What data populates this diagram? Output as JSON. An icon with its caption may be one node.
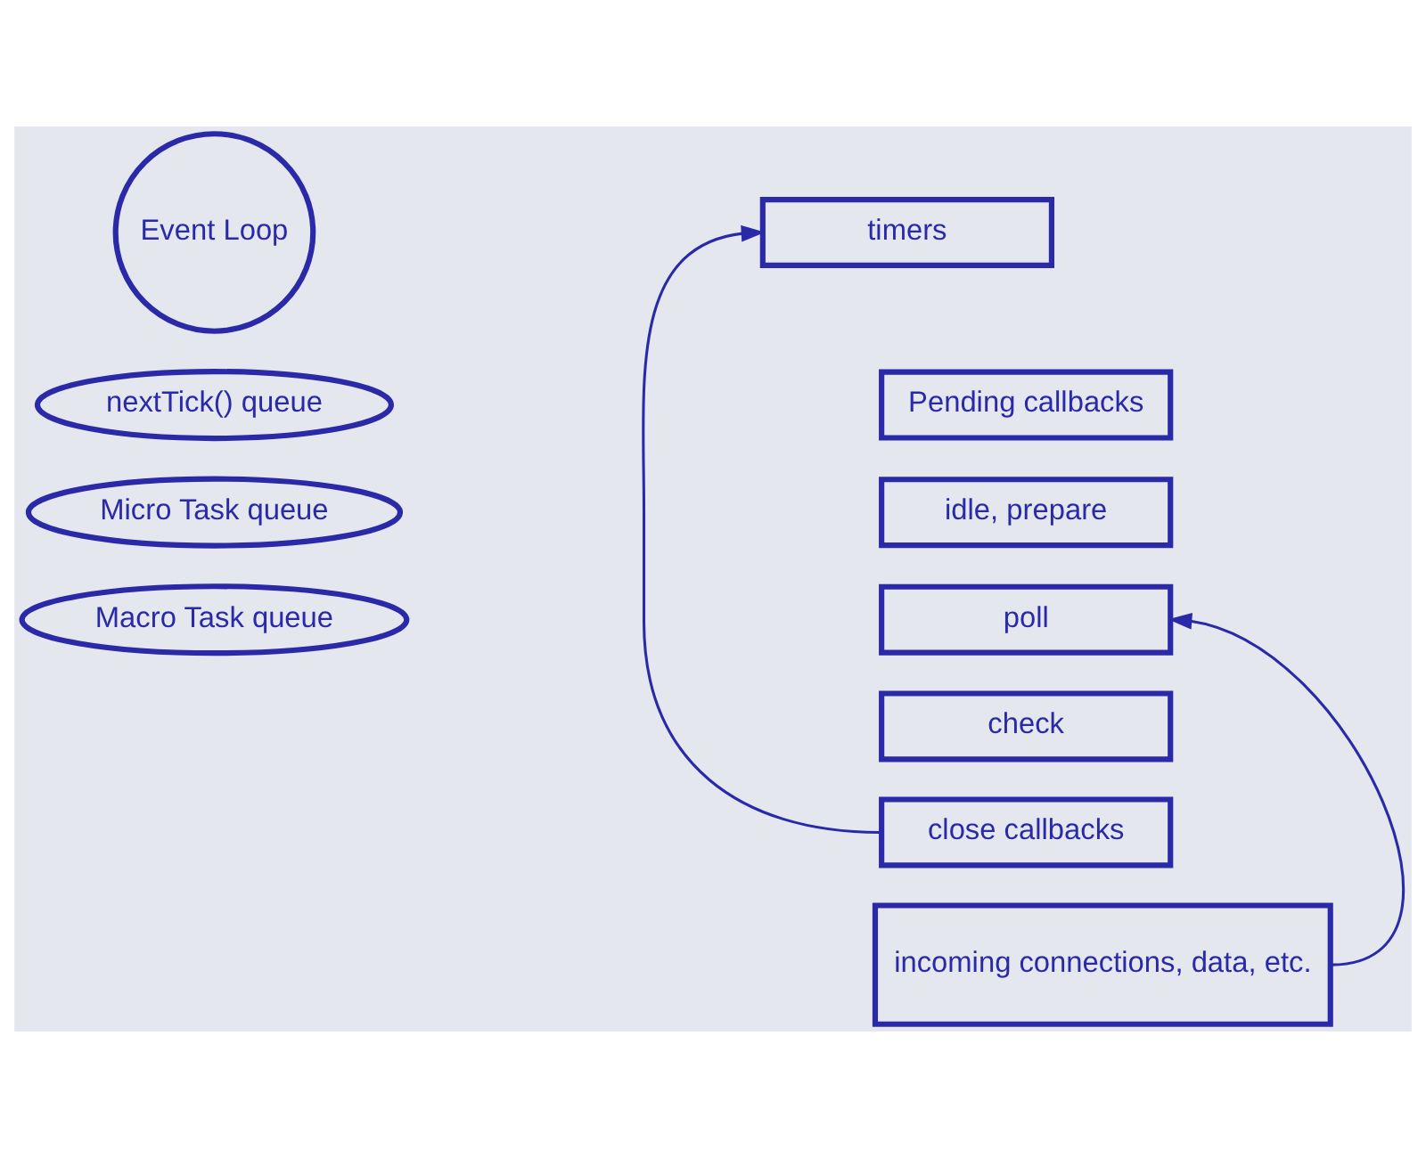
{
  "diagram": {
    "nodes": [
      {
        "text": [
          "Event Loop"
        ]
      },
      {
        "text": [
          "nextTick() queue"
        ]
      },
      {
        "text": [
          "Micro Task queue"
        ]
      },
      {
        "text": [
          "Macro Task queue"
        ]
      },
      {
        "text": [
          "timers"
        ]
      },
      {
        "text": [
          "Pending callbacks"
        ]
      },
      {
        "text": [
          "idle, prepare"
        ]
      },
      {
        "text": [
          "poll"
        ]
      },
      {
        "text": [
          "check"
        ]
      },
      {
        "text": [
          "close callbacks"
        ]
      },
      {
        "text": [
          "incoming connections, data, etc."
        ]
      }
    ],
    "edges": [
      {
        "from": 9,
        "to": 4,
        "arrow": "to"
      },
      {
        "from": 10,
        "to": 7,
        "arrow": "to"
      }
    ]
  }
}
